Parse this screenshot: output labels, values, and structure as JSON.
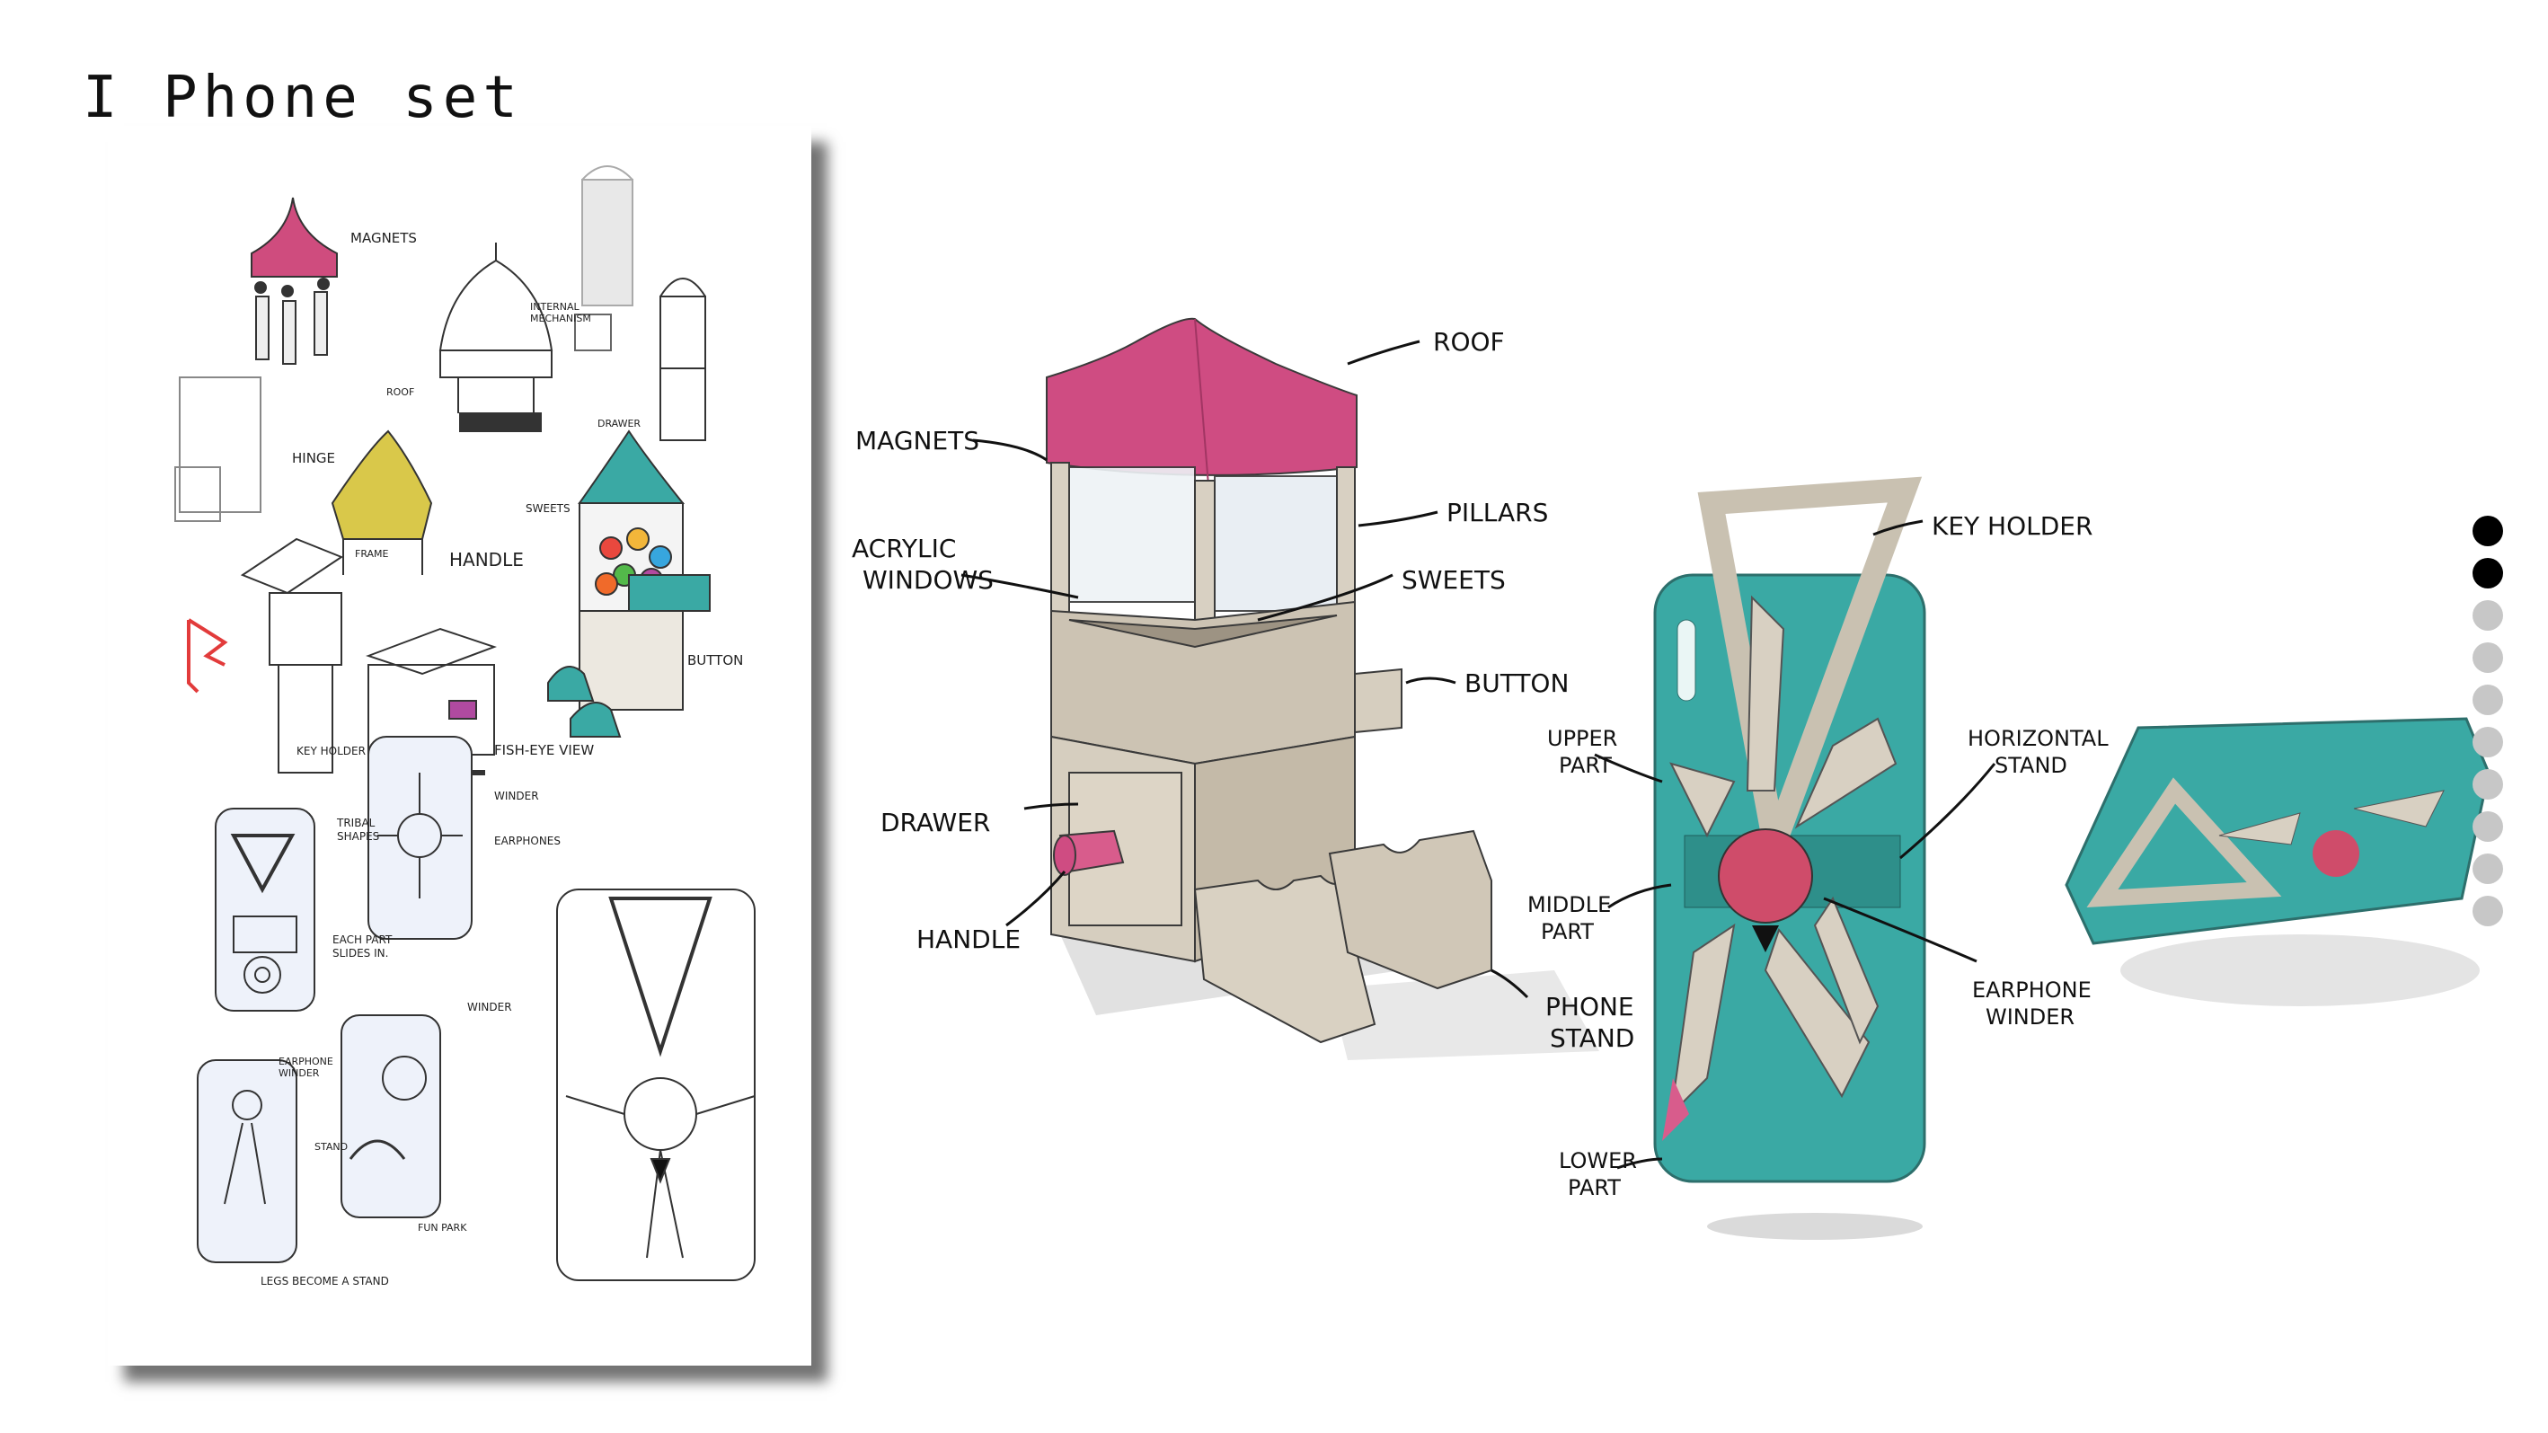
{
  "title": "I Phone set",
  "sketch_sheet": {
    "labels": {
      "magnets": "MAGNETS",
      "internal_mechanism_1": "INTERNAL",
      "internal_mechanism_2": "MECHANISM",
      "roof": "ROOF",
      "hinge": "HINGE",
      "drawer": "DRAWER",
      "sweets": "SWEETS",
      "frame": "FRAME",
      "handle": "HANDLE",
      "button": "BUTTON",
      "key_holder": "KEY HOLDER",
      "tribal_shapes_1": "TRIBAL",
      "tribal_shapes_2": "SHAPES",
      "each_part_1": "EACH PART",
      "each_part_2": "SLIDES IN.",
      "fish_eye_view": "FISH-EYE VIEW",
      "winder": "WINDER",
      "earphones": "EARPHONES",
      "earphone_winder_1": "EARPHONE",
      "earphone_winder_2": "WINDER",
      "winder_2": "WINDER",
      "stand": "STAND",
      "fun_park": "FUN PARK",
      "legs_stand": "LEGS BECOME A STAND"
    }
  },
  "machine": {
    "roof": "ROOF",
    "magnets": "MAGNETS",
    "pillars": "PILLARS",
    "acrylic_1": "ACRYLIC",
    "acrylic_2": "WINDOWS",
    "sweets": "SWEETS",
    "button": "BUTTON",
    "drawer": "DRAWER",
    "handle": "HANDLE",
    "phone_stand_1": "PHONE",
    "phone_stand_2": "STAND"
  },
  "case": {
    "key_holder": "KEY HOLDER",
    "upper_1": "UPPER",
    "upper_2": "PART",
    "horizontal_1": "HORIZONTAL",
    "horizontal_2": "STAND",
    "middle_1": "MIDDLE",
    "middle_2": "PART",
    "earphone_1": "EARPHONE",
    "earphone_2": "WINDER",
    "lower_1": "LOWER",
    "lower_2": "PART"
  },
  "colors": {
    "pink": "#c9457a",
    "teal": "#3aa9a4",
    "beige": "#d8d0c2",
    "yellow": "#d9c84a"
  },
  "pager": {
    "total": 10,
    "active": [
      0,
      1
    ]
  }
}
